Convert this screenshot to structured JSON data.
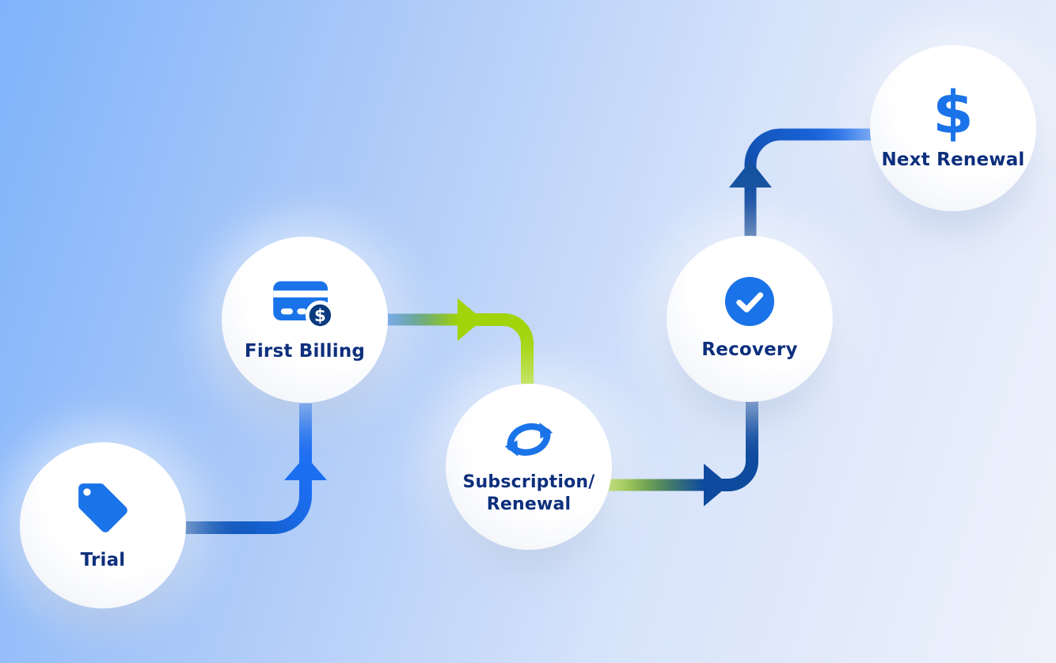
{
  "diagram": {
    "type": "flowchart",
    "nodes": [
      {
        "id": "trial",
        "label": "Trial",
        "icon": "tag-icon"
      },
      {
        "id": "first-billing",
        "label": "First Billing",
        "icon": "credit-card-dollar-icon"
      },
      {
        "id": "subscription-renewal",
        "label_line1": "Subscription/",
        "label_line2": "Renewal",
        "icon": "sync-arrows-icon"
      },
      {
        "id": "recovery",
        "label": "Recovery",
        "icon": "check-circle-icon"
      },
      {
        "id": "next-renewal",
        "label": "Next Renewal",
        "icon": "dollar-icon"
      }
    ],
    "edges": [
      {
        "from": "trial",
        "to": "first-billing",
        "style": "blue"
      },
      {
        "from": "first-billing",
        "to": "subscription-renewal",
        "style": "blue-to-green"
      },
      {
        "from": "subscription-renewal",
        "to": "recovery",
        "style": "green-to-navy"
      },
      {
        "from": "recovery",
        "to": "next-renewal",
        "style": "navy-to-blue"
      }
    ],
    "glyphs": {
      "dollar": "$"
    },
    "colors": {
      "background_start": "#7fb3fb",
      "background_end": "#eef2fb",
      "bright_blue": "#1d6ff2",
      "navy_blue": "#0e4a9e",
      "lime_green": "#a2d40b",
      "icon_blue": "#1a73e8",
      "badge_navy": "#0c3a7e",
      "label_navy": "#0d2f7d",
      "node_fill": "#ffffff"
    }
  }
}
